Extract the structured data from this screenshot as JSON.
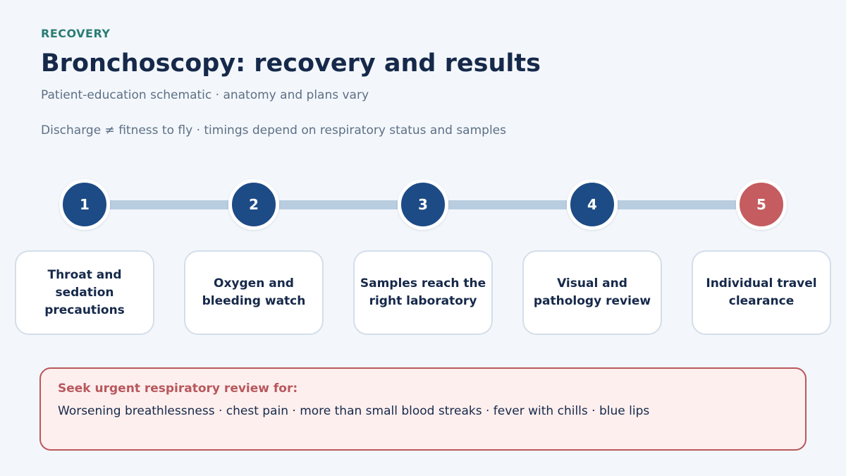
{
  "header": {
    "eyebrow": "RECOVERY",
    "title": "Bronchoscopy: recovery and results",
    "subtitle": "Patient-education schematic · anatomy and plans vary",
    "note": "Discharge ≠ fitness to fly · timings depend on respiratory status and samples"
  },
  "colors": {
    "step_default": "#1d4b86",
    "step_highlight": "#c45c60",
    "connector": "#b9cde0",
    "alert_accent": "#b8585d"
  },
  "steps": [
    {
      "number": "1",
      "label": "Throat and sedation precautions"
    },
    {
      "number": "2",
      "label": "Oxygen and bleeding watch"
    },
    {
      "number": "3",
      "label": "Samples reach the right laboratory"
    },
    {
      "number": "4",
      "label": "Visual and pathology review"
    },
    {
      "number": "5",
      "label": "Individual travel clearance"
    }
  ],
  "alert": {
    "heading": "Seek urgent respiratory review for:",
    "body": "Worsening breathlessness · chest pain · more than small blood streaks · fever with chills · blue lips"
  }
}
